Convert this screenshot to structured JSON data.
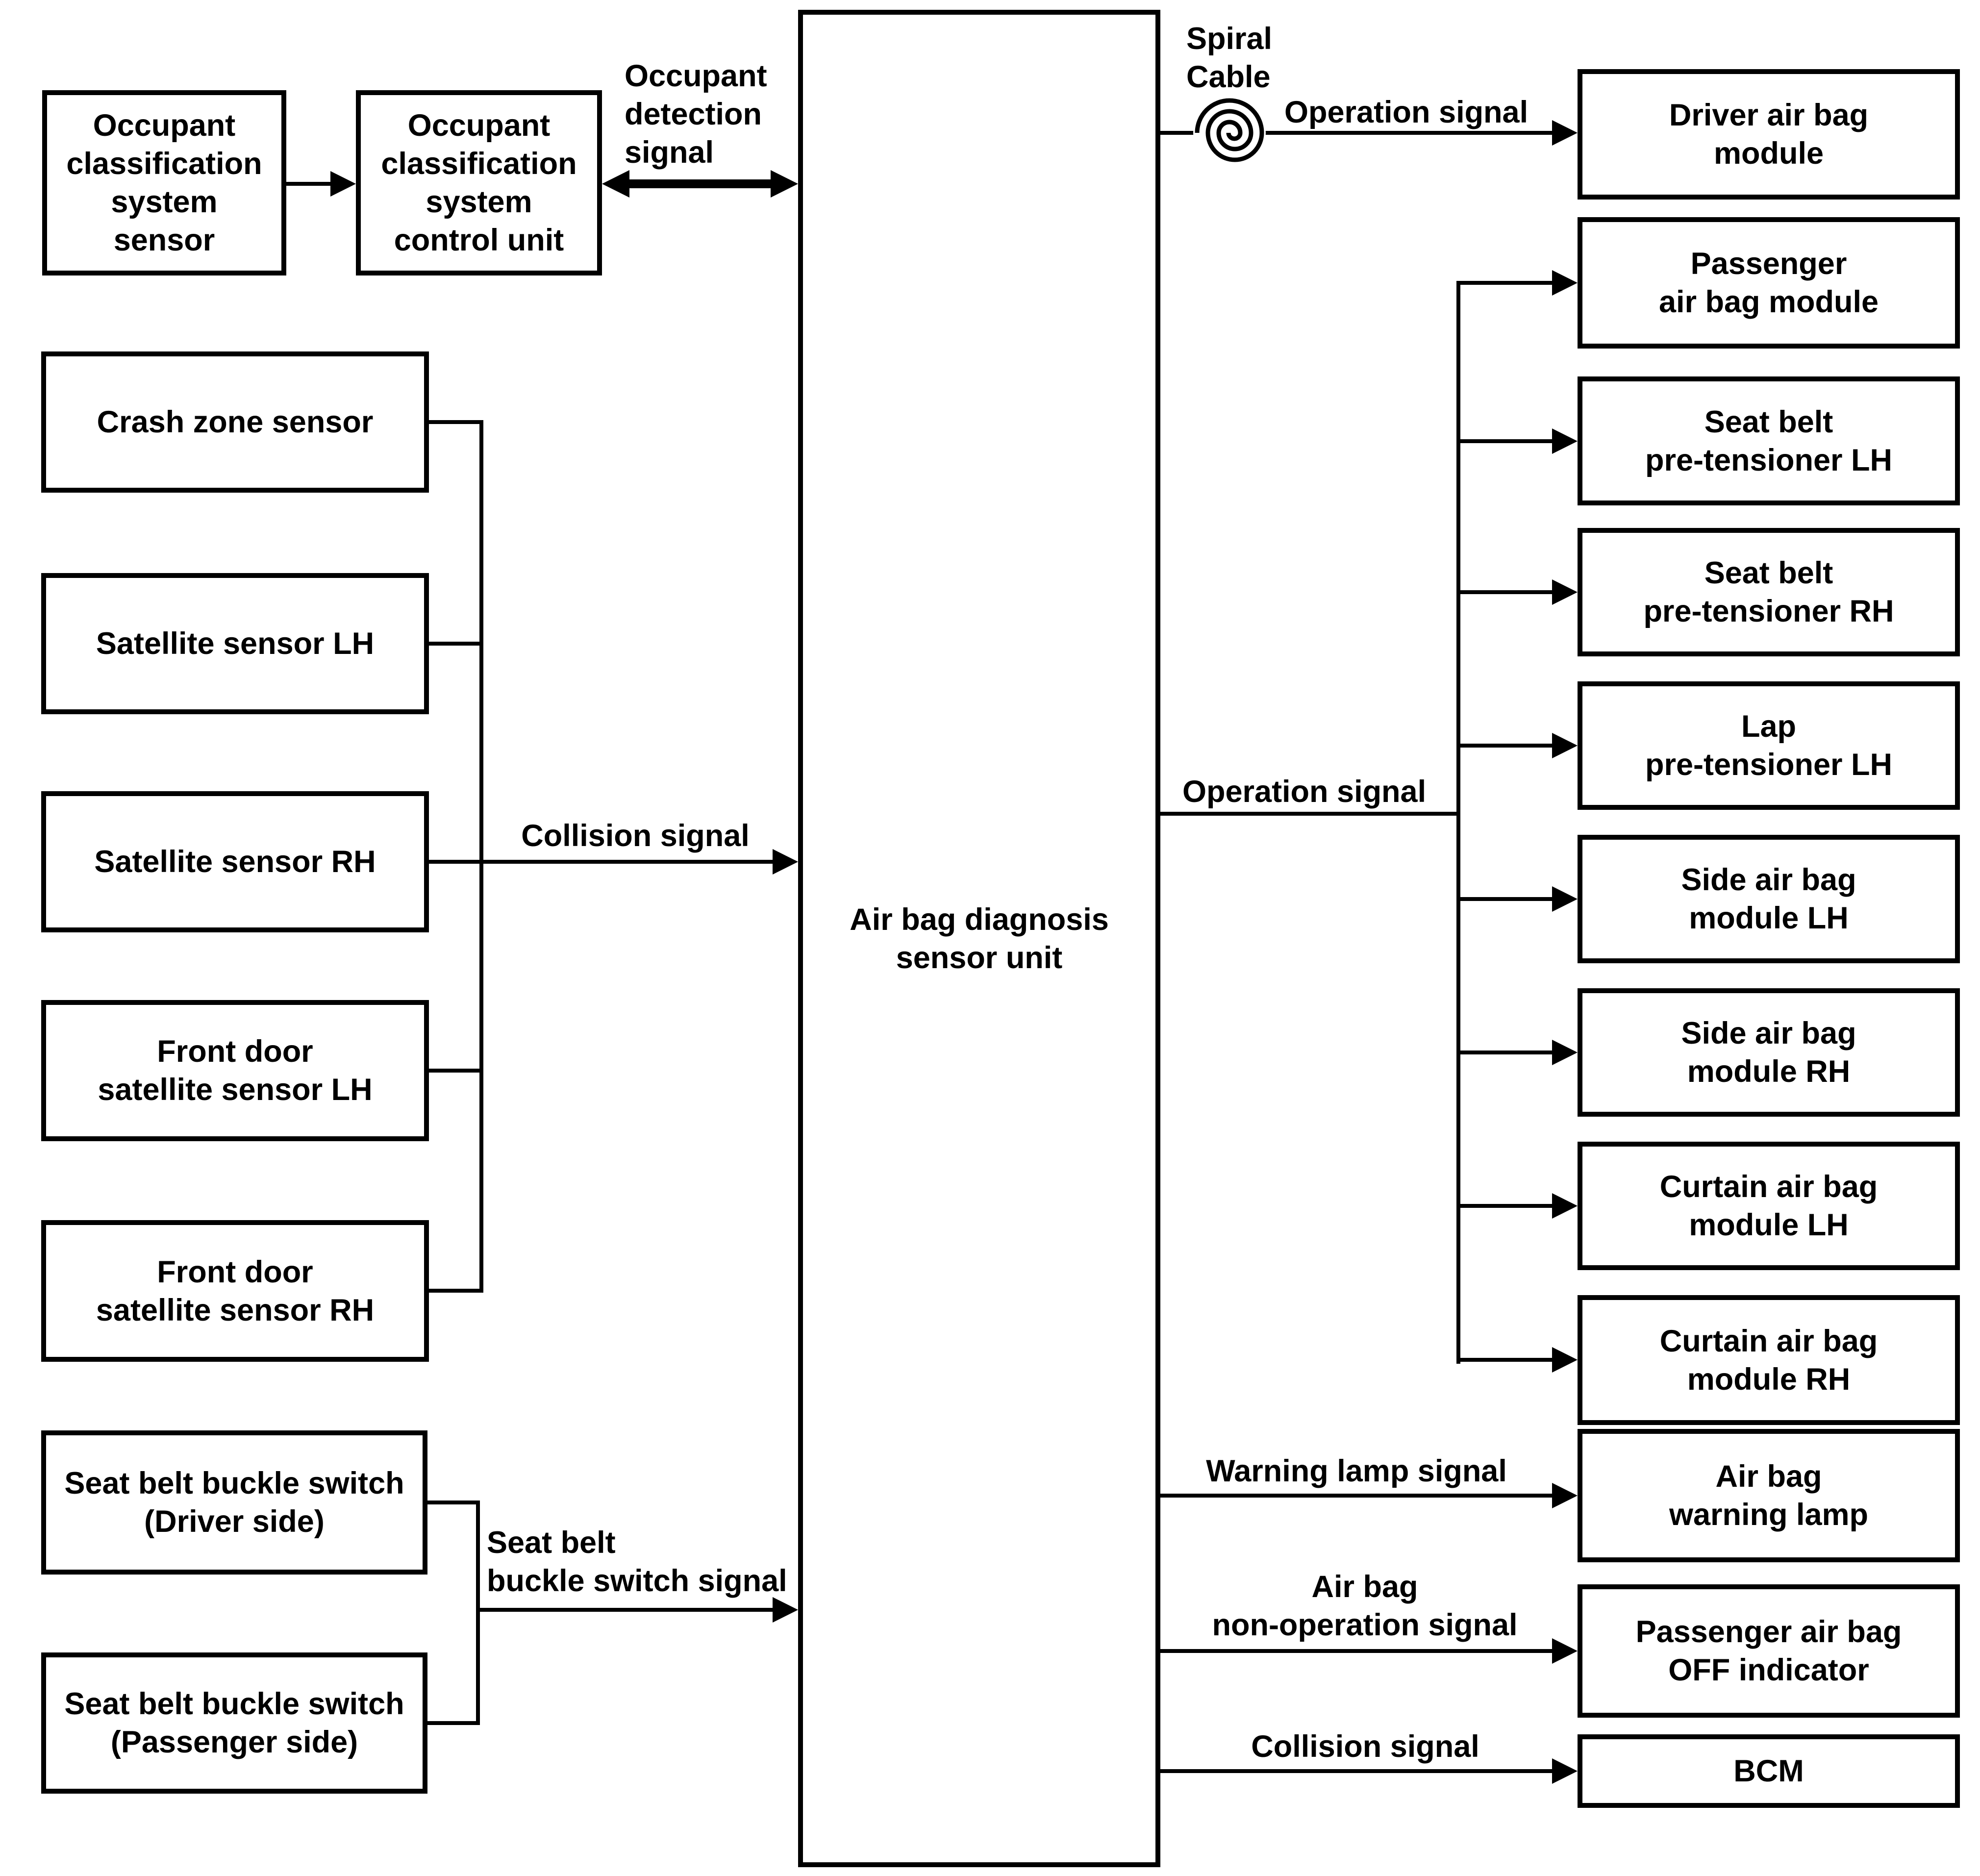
{
  "colors": {
    "background": "#ffffff",
    "line": "#000000",
    "text": "#000000"
  },
  "boxes": {
    "occupant_classification_system_sensor": "Occupant\nclassification\nsystem\nsensor",
    "occupant_classification_system_control_unit": "Occupant\nclassification\nsystem\ncontrol unit",
    "crash_zone_sensor": "Crash zone sensor",
    "satellite_sensor_lh": "Satellite sensor LH",
    "satellite_sensor_rh": "Satellite sensor RH",
    "front_door_satellite_sensor_lh": "Front door\nsatellite sensor LH",
    "front_door_satellite_sensor_rh": "Front door\nsatellite sensor RH",
    "seat_belt_buckle_switch_driver": "Seat belt buckle switch\n(Driver side)",
    "seat_belt_buckle_switch_passenger": "Seat belt buckle switch\n(Passenger side)",
    "air_bag_diagnosis_sensor_unit": "Air bag diagnosis\nsensor unit",
    "driver_air_bag_module": "Driver air bag\nmodule",
    "passenger_air_bag_module": "Passenger\nair bag module",
    "seat_belt_pre_tensioner_lh": "Seat belt\npre-tensioner LH",
    "seat_belt_pre_tensioner_rh": "Seat belt\npre-tensioner RH",
    "lap_pre_tensioner_lh": "Lap\npre-tensioner LH",
    "side_air_bag_module_lh": "Side air bag\nmodule LH",
    "side_air_bag_module_rh": "Side air bag\nmodule RH",
    "curtain_air_bag_module_lh": "Curtain air bag\nmodule LH",
    "curtain_air_bag_module_rh": "Curtain air bag\nmodule RH",
    "air_bag_warning_lamp": "Air bag\nwarning lamp",
    "passenger_air_bag_off_indicator": "Passenger air bag\nOFF indicator",
    "bcm": "BCM"
  },
  "signals": {
    "occupant_detection": "Occupant\ndetection\nsignal",
    "spiral_cable": "Spiral\nCable",
    "operation_top": "Operation signal",
    "operation_middle": "Operation signal",
    "collision_left": "Collision signal",
    "seat_belt_buckle_switch": "Seat belt\nbuckle switch signal",
    "warning_lamp": "Warning lamp signal",
    "air_bag_non_operation": "Air bag\nnon-operation signal",
    "collision_right": "Collision signal"
  }
}
